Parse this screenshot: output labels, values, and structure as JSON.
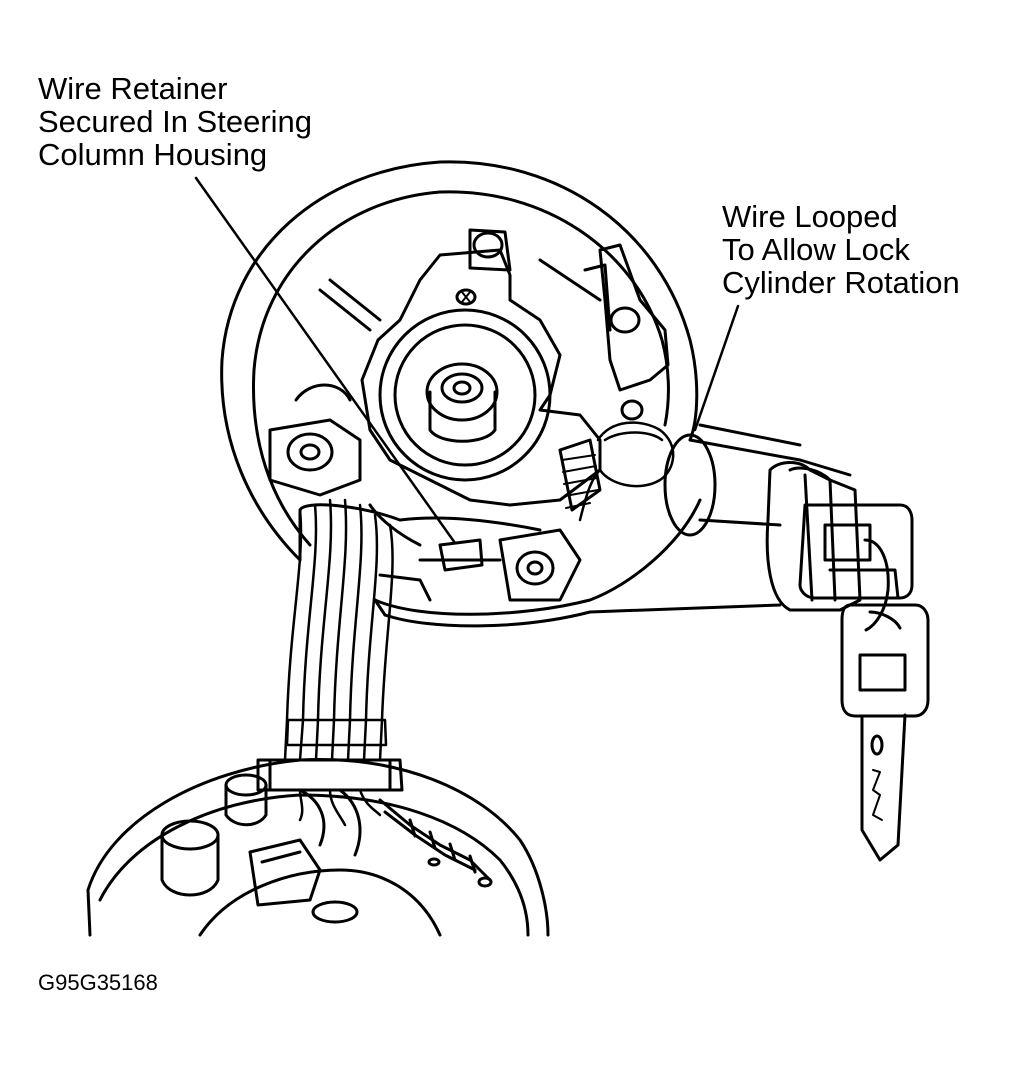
{
  "callouts": {
    "wire_retainer": {
      "lines": [
        "Wire Retainer",
        "Secured In Steering",
        "Column Housing"
      ]
    },
    "wire_looped": {
      "lines": [
        "Wire Looped",
        "To Allow Lock",
        "Cylinder Rotation"
      ]
    }
  },
  "figure_id": "G95G35168",
  "colors": {
    "ink": "#000000",
    "paper": "#ffffff"
  }
}
